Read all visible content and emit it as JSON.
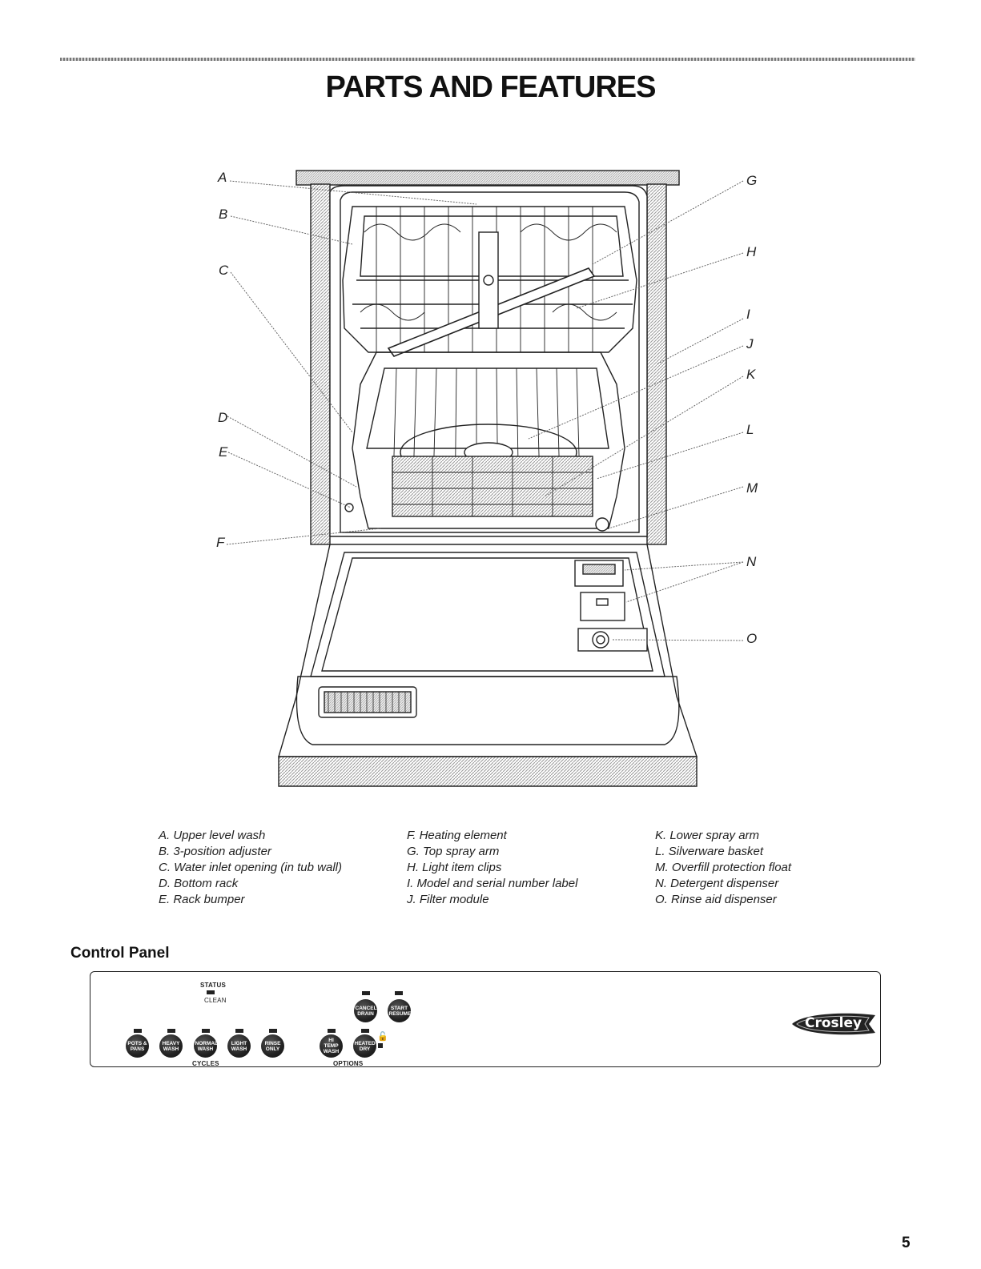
{
  "title": "PARTS AND FEATURES",
  "callouts": [
    "A",
    "B",
    "C",
    "D",
    "E",
    "F",
    "G",
    "H",
    "I",
    "J",
    "K",
    "L",
    "M",
    "N",
    "O"
  ],
  "legend": {
    "col1": [
      "A. Upper level wash",
      "B. 3-position adjuster",
      "C. Water inlet opening (in tub wall)",
      "D. Bottom rack",
      "E. Rack bumper"
    ],
    "col2": [
      "F. Heating element",
      "G. Top spray arm",
      "H. Light item clips",
      "I. Model and serial number label",
      "J. Filter module"
    ],
    "col3": [
      "K. Lower spray arm",
      "L. Silverware basket",
      "M. Overfill protection float",
      "N. Detergent dispenser",
      "O. Rinse aid dispenser"
    ]
  },
  "control_panel": {
    "heading": "Control Panel",
    "status_label": "STATUS",
    "clean_label": "CLEAN",
    "cycles_label": "CYCLES",
    "options_label": "OPTIONS",
    "cycle_buttons": [
      "POTS & PANS",
      "HEAVY WASH",
      "NORMAL WASH",
      "LIGHT WASH",
      "RINSE ONLY"
    ],
    "option_buttons": [
      "HI TEMP WASH",
      "HEATED DRY"
    ],
    "cancel_button": "CANCEL DRAIN",
    "start_button": "START RESUME",
    "brand": "Crosley"
  },
  "page_number": "5"
}
